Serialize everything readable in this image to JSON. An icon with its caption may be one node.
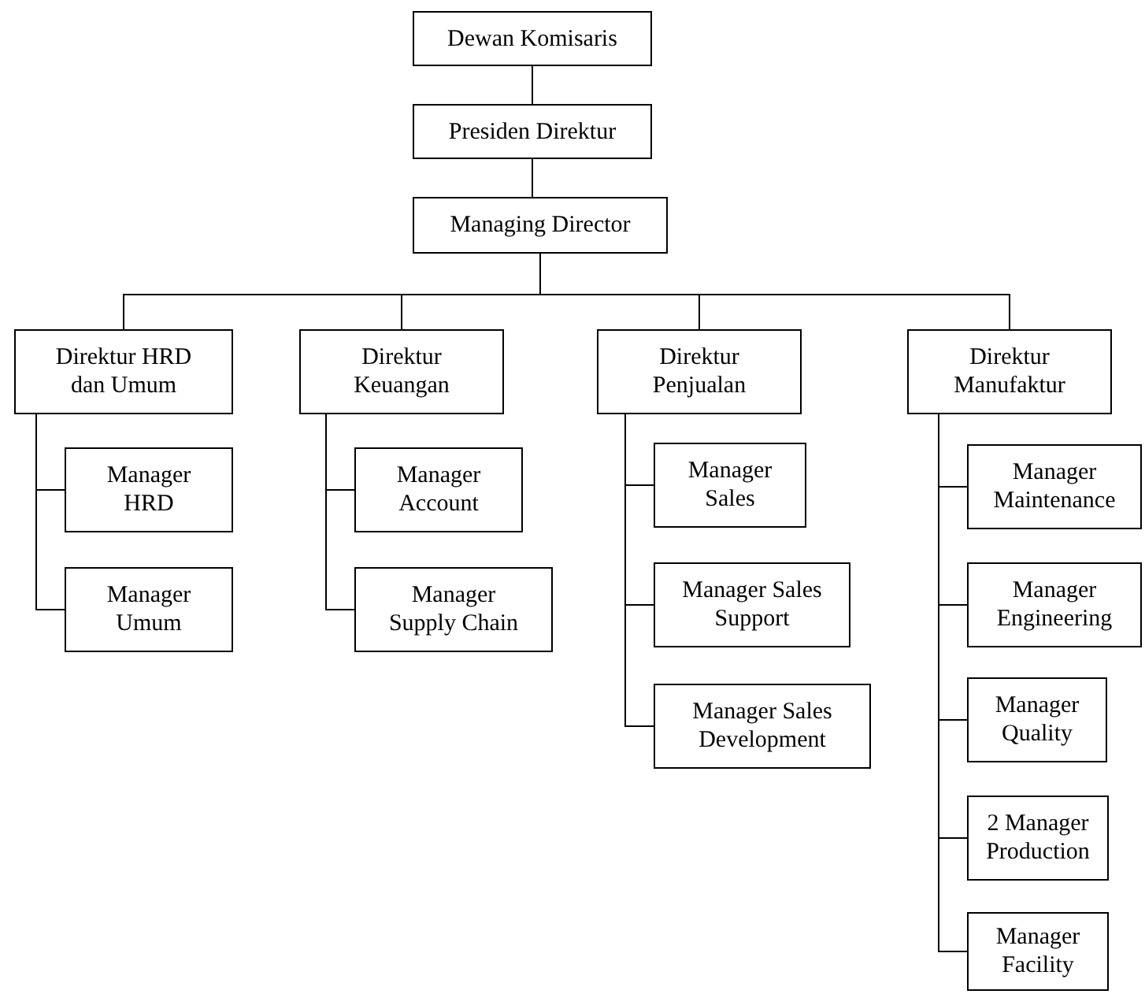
{
  "diagram": {
    "nodes": [
      {
        "text": [
          "Dewan Komisaris"
        ]
      },
      {
        "text": [
          "Presiden Direktur"
        ]
      },
      {
        "text": [
          "Managing Director"
        ]
      },
      {
        "text": [
          "Direktur HRD dan Umum"
        ]
      },
      {
        "text": [
          "Direktur Keuangan"
        ]
      },
      {
        "text": [
          "Direktur Penjualan"
        ]
      },
      {
        "text": [
          "Direktur Manufaktur"
        ]
      },
      {
        "text": [
          "Manager HRD"
        ]
      },
      {
        "text": [
          "Manager Umum"
        ]
      },
      {
        "text": [
          "Manager Account"
        ]
      },
      {
        "text": [
          "Manager Supply Chain"
        ]
      },
      {
        "text": [
          "Manager Sales"
        ]
      },
      {
        "text": [
          "Manager Sales Support"
        ]
      },
      {
        "text": [
          "Manager Sales Development"
        ]
      },
      {
        "text": [
          "Manager Maintenance"
        ]
      },
      {
        "text": [
          "Manager Engineering"
        ]
      },
      {
        "text": [
          "Manager Quality"
        ]
      },
      {
        "text": [
          "2 Manager Production"
        ]
      },
      {
        "text": [
          "Manager Facility"
        ]
      }
    ],
    "edges": [
      {
        "from": 0,
        "to": 1,
        "arrow": "none"
      },
      {
        "from": 1,
        "to": 2,
        "arrow": "none"
      },
      {
        "from": 2,
        "to": 3,
        "arrow": "none"
      },
      {
        "from": 2,
        "to": 4,
        "arrow": "none"
      },
      {
        "from": 2,
        "to": 5,
        "arrow": "none"
      },
      {
        "from": 2,
        "to": 6,
        "arrow": "none"
      },
      {
        "from": 3,
        "to": 7,
        "arrow": "none"
      },
      {
        "from": 3,
        "to": 8,
        "arrow": "none"
      },
      {
        "from": 4,
        "to": 9,
        "arrow": "none"
      },
      {
        "from": 4,
        "to": 10,
        "arrow": "none"
      },
      {
        "from": 5,
        "to": 11,
        "arrow": "none"
      },
      {
        "from": 5,
        "to": 12,
        "arrow": "none"
      },
      {
        "from": 5,
        "to": 13,
        "arrow": "none"
      },
      {
        "from": 6,
        "to": 14,
        "arrow": "none"
      },
      {
        "from": 6,
        "to": 15,
        "arrow": "none"
      },
      {
        "from": 6,
        "to": 16,
        "arrow": "none"
      },
      {
        "from": 6,
        "to": 17,
        "arrow": "none"
      },
      {
        "from": 6,
        "to": 18,
        "arrow": "none"
      }
    ]
  }
}
